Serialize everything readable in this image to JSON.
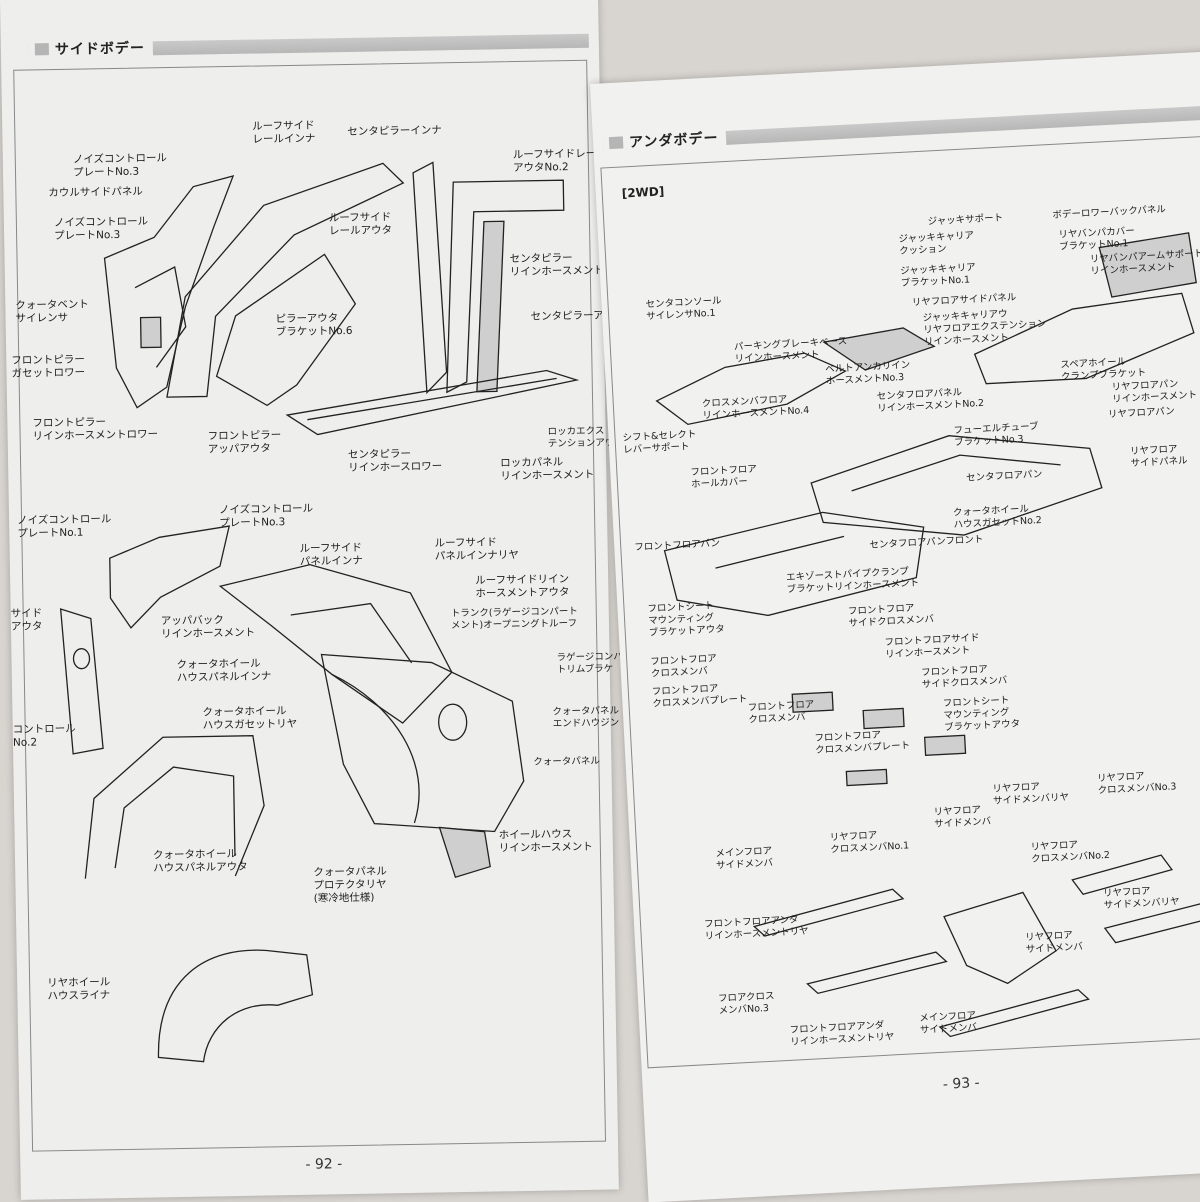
{
  "left_page": {
    "section_title": "サイドボデー",
    "page_number": "- 92 -",
    "labels": [
      "ルーフサイド\nレールインナ",
      "センタピラーインナ",
      "ノイズコントロール\nプレートNo.3",
      "カウルサイドパネル",
      "ルーフサイドレール\nアウタNo.2",
      "ノイズコントロール\nプレートNo.3",
      "ルーフサイド\nレールアウタ",
      "センタピラー\nリインホースメント",
      "クォータベント\nサイレンサ",
      "センタピラーアウタ",
      "ピラーアウタ\nブラケットNo.6",
      "フロントピラー\nガセットロワー",
      "フロントピラー\nリインホースメントロワー",
      "フロントピラー\nアッパアウタ",
      "センタピラー\nリインホースロワー",
      "ロッカエクス\nテンションアウ",
      "ロッカパネル\nリインホースメント",
      "ノイズコントロール\nプレートNo.1",
      "ノイズコントロール\nプレートNo.3",
      "ルーフサイド\nパネルインナ",
      "ルーフサイド\nパネルインナリヤ",
      "ルーフサイドリイン\nホースメントアウタ",
      "サイド\nアウタ",
      "アッパバック\nリインホースメント",
      "トランク(ラゲージコンパート\nメント)オープニングトルーフ",
      "クォータホイール\nハウスパネルインナ",
      "ラゲージコンパ\nトリムブラケ",
      "クォータホイール\nハウスガセットリヤ",
      "クォータパネル\nエンドハウジン",
      "コントロール\nNo.2",
      "クォータパネル",
      "ホイールハウス\nリインホースメント",
      "クォータホイール\nハウスパネルアウタ",
      "クォータパネル\nプロテクタリヤ\n(寒冷地仕様)",
      "リヤホイール\nハウスライナ"
    ]
  },
  "right_page": {
    "section_title": "アンダボデー",
    "subheading": "[2WD]",
    "page_number": "- 93 -",
    "labels": [
      "ジャッキサポート",
      "ジャッキキャリア\nクッション",
      "ボデーロワーバックパネル",
      "リヤバンパカバー\nブラケットNo.1",
      "ジャッキキャリア\nブラケットNo.1",
      "リヤバンパアームサポート\nリインホースメント",
      "センタコンソール\nサイレンサNo.1",
      "リヤフロアサイドパネル",
      "ジャッキキャリアウ\nリヤフロアエクステンション\nリインホースメント",
      "パーキングブレーキベース\nリインホースメント",
      "ベルトアンカリイン\nホースメントNo.3",
      "スペアホイール\nクランプブラケット",
      "クロスメンバフロア\nリインホースメントNo.4",
      "センタフロアパネル\nリインホースメントNo.2",
      "リヤフロアパン\nリインホースメント",
      "シフト&セレクト\nレバーサポート",
      "フューエルチューブ\nブラケットNo.3",
      "リヤフロアパン",
      "フロントフロア\nホールカバー",
      "リヤフロア\nサイドパネル",
      "センタフロアパン",
      "クォータホイール\nハウスガセットNo.2",
      "フロントフロアパン",
      "センタフロアパンフロント",
      "エキゾーストパイプクランプ\nブラケットリインホースメント",
      "フロントシート\nマウンティング\nブラケットアウタ",
      "フロントフロア\nサイドクロスメンバ",
      "フロントフロア\nクロスメンバ",
      "フロントフロアサイド\nリインホースメント",
      "フロントフロア\nクロスメンバプレート",
      "フロントフロア\nサイドクロスメンバ",
      "フロントシート\nマウンティング\nブラケットアウタ",
      "フロントフロア\nクロスメンバ",
      "フロントフロア\nクロスメンバプレート",
      "リヤフロア\nサイドメンバリヤ",
      "リヤフロア\nクロスメンバNo.3",
      "リヤフロア\nサイドメンバ",
      "メインフロア\nサイドメンバ",
      "リヤフロア\nクロスメンバNo.1",
      "リヤフロア\nクロスメンバNo.2",
      "リヤフロア\nサイドメンバリヤ",
      "フロントフロアアンダ\nリインホースメントリヤ",
      "リヤフロア\nサイドメンバ",
      "フロアクロス\nメンバNo.3",
      "メインフロア\nサイドメンバ",
      "フロントフロアアンダ\nリインホースメントリヤ"
    ]
  }
}
